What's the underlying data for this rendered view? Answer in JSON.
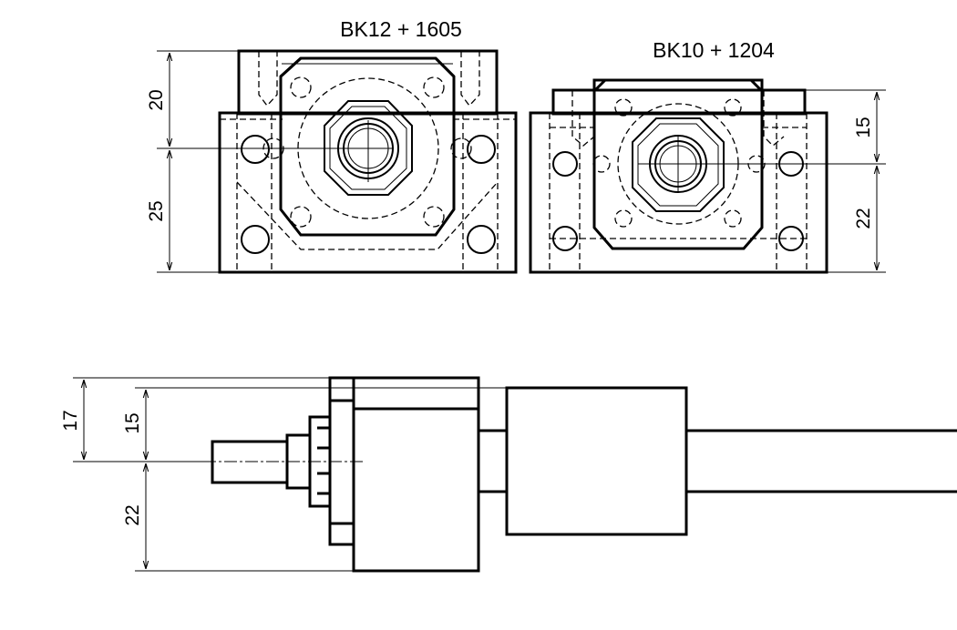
{
  "views": {
    "front_left": {
      "title": "BK12 + 1605",
      "dim_upper": "20",
      "dim_lower": "25"
    },
    "front_right": {
      "title": "BK10 + 1204",
      "dim_upper": "15",
      "dim_lower": "22"
    },
    "side": {
      "dim_outer": "17",
      "dim_upper": "15",
      "dim_lower": "22"
    }
  }
}
